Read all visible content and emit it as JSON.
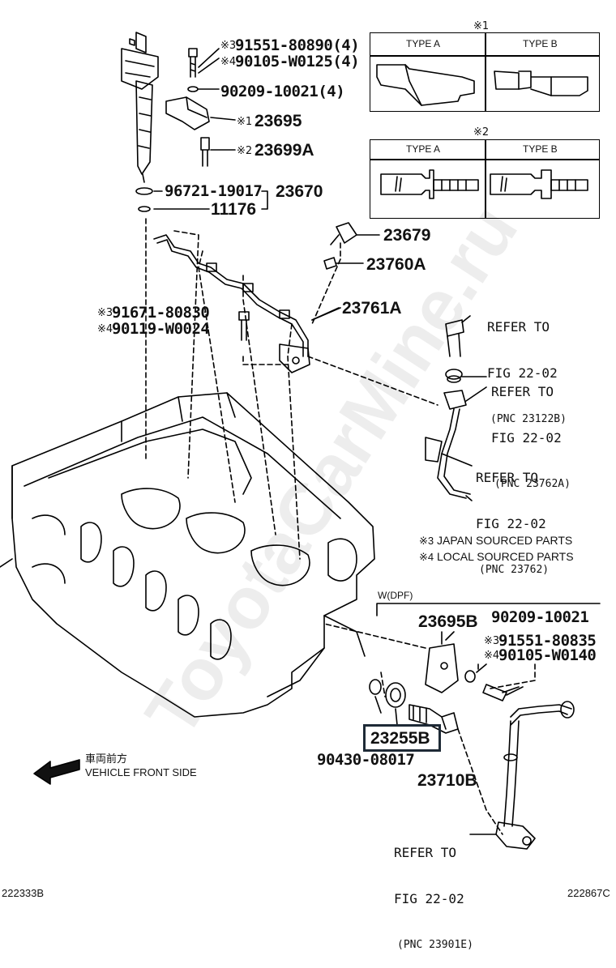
{
  "watermark": "ToyotaCarMine.ru",
  "injector_group": {
    "bolt_jp": "91551-80890(4)",
    "bolt_local": "90105-W0125(4)",
    "washer": "90209-10021(4)",
    "clamp": "23695",
    "stud": "23699A",
    "gasket": "96721-19017",
    "injector_assy": "23670",
    "seal": "11176"
  },
  "pipe_group": {
    "union_bolt": "23679",
    "gasket": "23760A",
    "pipe": "23761A",
    "bolt_jp": "91671-80830",
    "bolt_local": "90119-W0024"
  },
  "refers": [
    {
      "line1": "REFER TO",
      "line2": "FIG 22-02",
      "pnc": "(PNC 23122B)"
    },
    {
      "line1": "REFER TO",
      "line2": "FIG 22-02",
      "pnc": "(PNC 23762A)"
    },
    {
      "line1": "REFER TO",
      "line2": "FIG 22-02",
      "pnc": "(PNC 23762)"
    },
    {
      "line1": "REFER TO",
      "line2": "FIG 22-02",
      "pnc": "(PNC 23901E)"
    }
  ],
  "notes": {
    "mark1": "※1",
    "mark2": "※2",
    "mark3": "※3",
    "mark4": "※4",
    "japan": "JAPAN SOURCED PARTS",
    "local": "LOCAL SOURCED PARTS"
  },
  "type_tables": {
    "type_a": "TYPE A",
    "type_b": "TYPE B"
  },
  "dpf_group": {
    "heading": "W(DPF)",
    "clamp": "23695B",
    "washer": "90209-10021",
    "bolt_jp": "91551-80835",
    "bolt_local": "90105-W0140",
    "injector": "23255B",
    "seal": "90430-08017",
    "nozzle": "23710B"
  },
  "front_side": {
    "japanese": "車両前方",
    "english": "VEHICLE FRONT SIDE"
  },
  "footer": {
    "left_code": "222333B",
    "right_code": "222867C"
  }
}
